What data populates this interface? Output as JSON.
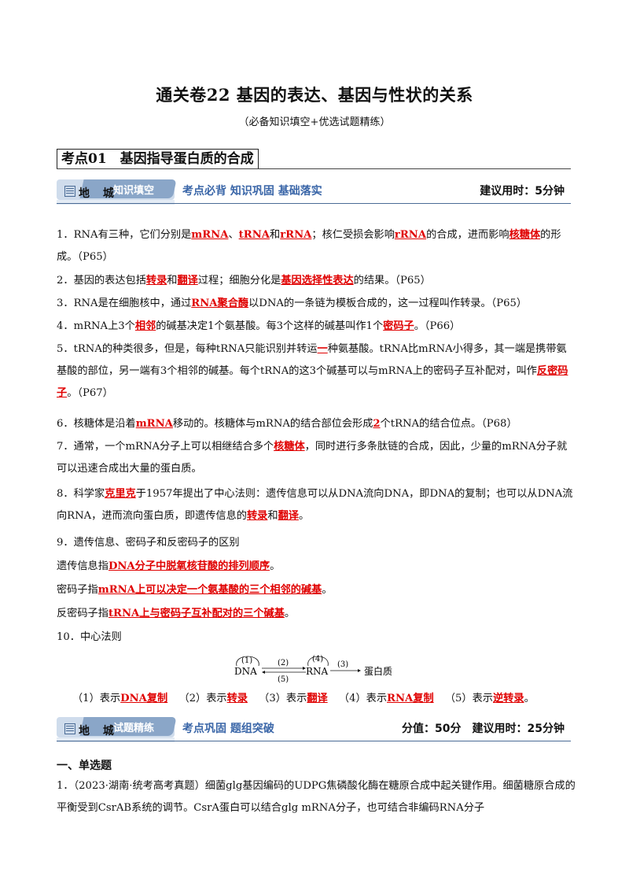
{
  "header": {
    "title": "通关卷22 基因的表达、基因与性状的关系",
    "subtitle": "（必备知识填空+优选试题精练）"
  },
  "kaodian": "考点01　基因指导蛋白质的合成",
  "banner1": {
    "diqu": "地 城",
    "tab": "知识填空",
    "middle": "考点必背 知识巩固 基础落实",
    "right": "建议用时：5分钟"
  },
  "items": {
    "i1": {
      "a": "1．RNA有三种，它们分别是",
      "b1": "mRNA",
      "c": "、",
      "b2": "tRNA",
      "d": "和",
      "b3": "rRNA",
      "e": "；核仁受损会影响",
      "b4": "rRNA",
      "f": "的合成，进而影响",
      "b5": "核糖体",
      "g": "的形成。（P65）"
    },
    "i2": {
      "a": "2．基因的表达包括",
      "b1": "转录",
      "c": "和",
      "b2": "翻译",
      "d": "过程；细胞分化是",
      "b3": "基因选择性表达",
      "e": "的结果。（P65）"
    },
    "i3": {
      "a": "3．RNA是在细胞核中，通过",
      "b1": "RNA聚合酶",
      "c": "以DNA的一条链为模板合成的，这一过程叫作转录。（P65）"
    },
    "i4": {
      "a": "4．mRNA上3个",
      "b1": "相邻",
      "c": "的碱基决定1个氨基酸。每3个这样的碱基叫作1个",
      "b2": "密码子",
      "d": "。（P66）"
    },
    "i5": {
      "a": "5．tRNA的种类很多，但是，每种tRNA只能识别并转运",
      "b1": "一",
      "c": "种氨基酸。tRNA比mRNA小得多，其一端是携带氨基酸的部位，另一端有3个相邻的碱基。每个tRNA的这3个碱基可以与mRNA上的密码子互补配对，叫作",
      "b2": "反密码子",
      "d": "。（P67）"
    },
    "i6": {
      "a": "6．核糖体是沿着",
      "b1": "mRNA",
      "c": "移动的。核糖体与mRNA的结合部位会形成",
      "b2": "2",
      "d": "个tRNA的结合位点。（P68）"
    },
    "i7": {
      "a": "7．通常，一个mRNA分子上可以相继结合多个",
      "b1": "核糖体",
      "c": "，同时进行多条肽链的合成，因此，少量的mRNA分子就可以迅速合成出大量的蛋白质。"
    },
    "i8": {
      "a": "8．科学家",
      "b1": "克里克",
      "c": "于1957年提出了中心法则：遗传信息可以从DNA流向DNA，即DNA的复制；也可以从DNA流向RNA，进而流向蛋白质，即遗传信息的",
      "b2": "转录",
      "d": "和",
      "b3": "翻译",
      "e": "。"
    },
    "i9": {
      "head": "9．遗传信息、密码子和反密码子的区别",
      "l1a": "遗传信息指",
      "l1b": "DNA分子中脱氧核苷酸的排列顺序",
      "l1c": "。",
      "l2a": "密码子指",
      "l2b": "mRNA上可以决定一个氨基酸的三个相邻的碱基",
      "l2c": "。",
      "l3a": "反密码子指",
      "l3b": "tRNA上与密码子互补配对的三个碱基",
      "l3c": "。"
    },
    "i10": {
      "head": "10．中心法则"
    }
  },
  "diagram": {
    "dna": "DNA",
    "rna": "RNA",
    "protein": "蛋白质",
    "n1": "(1)",
    "n2": "(2)",
    "n3": "(3)",
    "n4": "(4)",
    "n5": "(5)"
  },
  "answers": {
    "a1": "（1）表示",
    "b1": "DNA复制",
    "a2": "（2）表示",
    "b2": "转录",
    "a3": "（3）表示",
    "b3": "翻译",
    "a4": "（4）表示",
    "b4": "RNA复制",
    "a5": "（5）表示",
    "b5": "逆转录",
    "end": "。"
  },
  "banner2": {
    "diqu": "地 城",
    "tab": "试题精练",
    "middle": "考点巩固 题组突破",
    "right": "分值：50分　建议用时：25分钟"
  },
  "section": "一、单选题",
  "q1": "1．（2023·湖南·统考高考真题）细菌glg基因编码的UDPG焦磷酸化酶在糖原合成中起关键作用。细菌糖原合成的平衡受到CsrAB系统的调节。CsrA蛋白可以结合glg mRNA分子，也可结合非编码RNA分子"
}
